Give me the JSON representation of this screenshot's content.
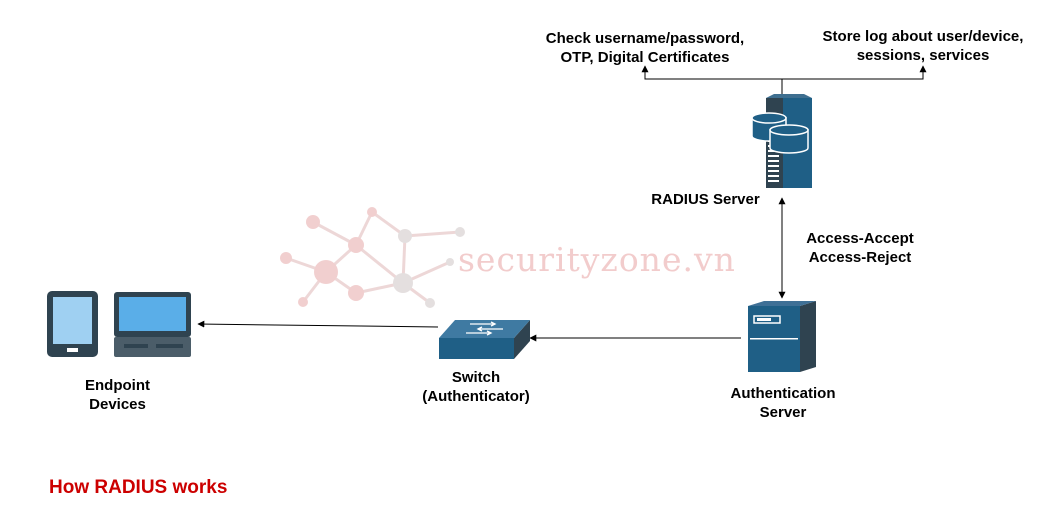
{
  "colors": {
    "device_blue": "#1f5f86",
    "device_dark": "#2f4350",
    "screen_blue": "#7fbfe8",
    "title_red": "#cc0000",
    "watermark": "#e9c2c2"
  },
  "watermark": {
    "text": "securityzone.vn"
  },
  "labels": {
    "check": [
      "Check username/password,",
      "OTP, Digital Certificates"
    ],
    "store": [
      "Store log about user/device,",
      "sessions, services"
    ],
    "radius_server": "RADIUS Server",
    "access": [
      "Access-Accept",
      "Access-Reject"
    ],
    "auth_server": [
      "Authentication",
      "Server"
    ],
    "switch": [
      "Switch",
      "(Authenticator)"
    ],
    "endpoint": [
      "Endpoint",
      "Devices"
    ]
  },
  "title": "How RADIUS works",
  "icons": {
    "radius_server": "database-server-icon",
    "auth_server": "server-tower-icon",
    "switch": "network-switch-icon",
    "tablet": "tablet-icon",
    "laptop": "laptop-icon"
  }
}
